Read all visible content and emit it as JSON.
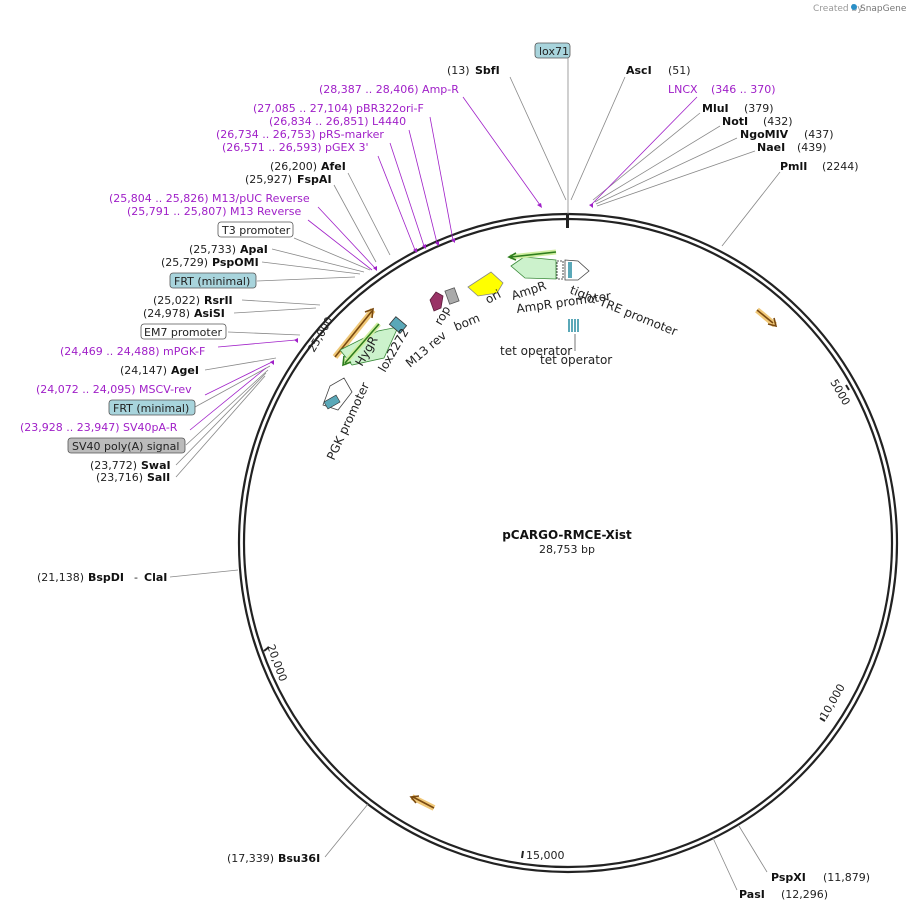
{
  "header": {
    "created_by": "Created by",
    "brand": "SnapGene"
  },
  "plasmid": {
    "name": "pCARGO-RMCE-Xist",
    "length_label": "28,753 bp"
  },
  "ticks": [
    "5000",
    "10,000",
    "15,000",
    "20,000",
    "25,000"
  ],
  "labels": {
    "lox71": "lox71",
    "sbfI_pos": "(13)",
    "sbfI": "SbfI",
    "ascI": "AscI",
    "ascI_pos": "(51)",
    "lncx": "LNCX",
    "lncx_range": "(346 .. 370)",
    "mluI": "MluI",
    "mluI_pos": "(379)",
    "notI": "NotI",
    "notI_pos": "(432)",
    "ngoMIV": "NgoMIV",
    "ngoMIV_pos": "(437)",
    "naeI": "NaeI",
    "naeI_pos": "(439)",
    "pmlI": "PmlI",
    "pmlI_pos": "(2244)",
    "ampR_primer": "(28,387 .. 28,406)  Amp-R",
    "pbr322": "(27,085 .. 27,104)  pBR322ori-F",
    "l4440": "(26,834 .. 26,851)  L4440",
    "prs": "(26,734 .. 26,753)  pRS-marker",
    "pgex": "(26,571 .. 26,593)  pGEX 3'",
    "afeI_pos": "(26,200)",
    "afeI": "AfeI",
    "fspAI_pos": "(25,927)",
    "fspAI": "FspAI",
    "m13puc": "(25,804 .. 25,826)  M13/pUC Reverse",
    "m13rev_primer": "(25,791 .. 25,807)  M13 Reverse",
    "t3": "T3 promoter",
    "apaI_pos": "(25,733)",
    "apaI": "ApaI",
    "pspOMI_pos": "(25,729)",
    "pspOMI": "PspOMI",
    "frt1": "FRT (minimal)",
    "rsrII_pos": "(25,022)",
    "rsrII": "RsrII",
    "asiSI_pos": "(24,978)",
    "asiSI": "AsiSI",
    "em7": "EM7 promoter",
    "mpgk": "(24,469 .. 24,488)  mPGK-F",
    "ageI_pos": "(24,147)",
    "ageI": "AgeI",
    "mscv": "(24,072 .. 24,095)  MSCV-rev",
    "frt2": "FRT (minimal)",
    "sv40pa": "(23,928 .. 23,947)  SV40pA-R",
    "sv40": "SV40 poly(A) signal",
    "swaI_pos": "(23,772)",
    "swaI": "SwaI",
    "salI_pos": "(23,716)",
    "salI": "SalI",
    "bspDI_pos": "(21,138)",
    "bspDI": "BspDI",
    "claI": "ClaI",
    "bsu36I_pos": "(17,339)",
    "bsu36I": "Bsu36I",
    "pspXI": "PspXI",
    "pspXI_pos": "(11,879)",
    "pasI": "PasI",
    "pasI_pos": "(12,296)"
  },
  "features": {
    "ori": "ori",
    "ampR": "AmpR",
    "ampR_promoter": "AmpR promoter",
    "tight_tre": "tight TRE promoter",
    "rop": "rop",
    "bom": "bom",
    "tet_operator_1": "tet operator",
    "tet_operator_2": "tet operator",
    "hygR": "HygR",
    "lox2272": "lox2272",
    "m13_rev": "M13 rev",
    "pgk_promoter": "PGK promoter"
  },
  "colors": {
    "primer": "#a020c8",
    "ampR_fill": "#ccf2cc",
    "ampR_stroke": "#3a8a3a",
    "ori_fill": "#ffff00",
    "rop_fill": "#993366",
    "bom_fill": "#aaaaaa",
    "frt_fill": "#a8d4dc",
    "sv40_fill": "#bbbbbb",
    "orange_arrow": "#e8a020",
    "green_arrow": "#2e7d1e",
    "backbone": "#222222"
  }
}
